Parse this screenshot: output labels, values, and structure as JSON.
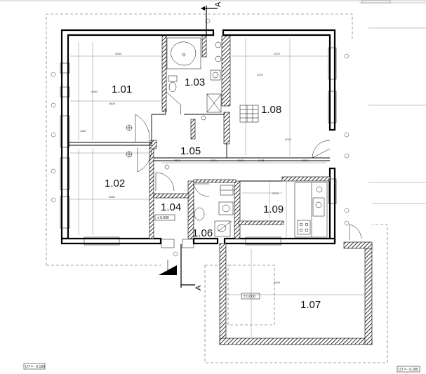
{
  "rooms": {
    "r101": "1.01",
    "r102": "1.02",
    "r103": "1.03",
    "r104": "1.04",
    "r105": "1.05",
    "r106": "1.06",
    "r107": "1.07",
    "r108": "1.08",
    "r109": "1.09"
  },
  "section": {
    "top": "A",
    "bottom": "A"
  },
  "levels": {
    "bottom_left": "UT = - 0.180",
    "bottom_right": "UT = - 0.180",
    "terrace": "± 0.000",
    "entry": "± 0.000"
  },
  "dimensions": {
    "d1": "4000",
    "d2": "4270",
    "d3": "3600",
    "d4": "3650",
    "d5": "2900",
    "d6": "1900",
    "d7": "1500",
    "d8": "6000",
    "d9": "2000",
    "d10": "2270",
    "d11": "1365",
    "d12": "4000",
    "d13": "4010",
    "d14": "2970",
    "d15": "1180"
  },
  "colors": {
    "line": "#000000",
    "paper": "#ffffff"
  }
}
